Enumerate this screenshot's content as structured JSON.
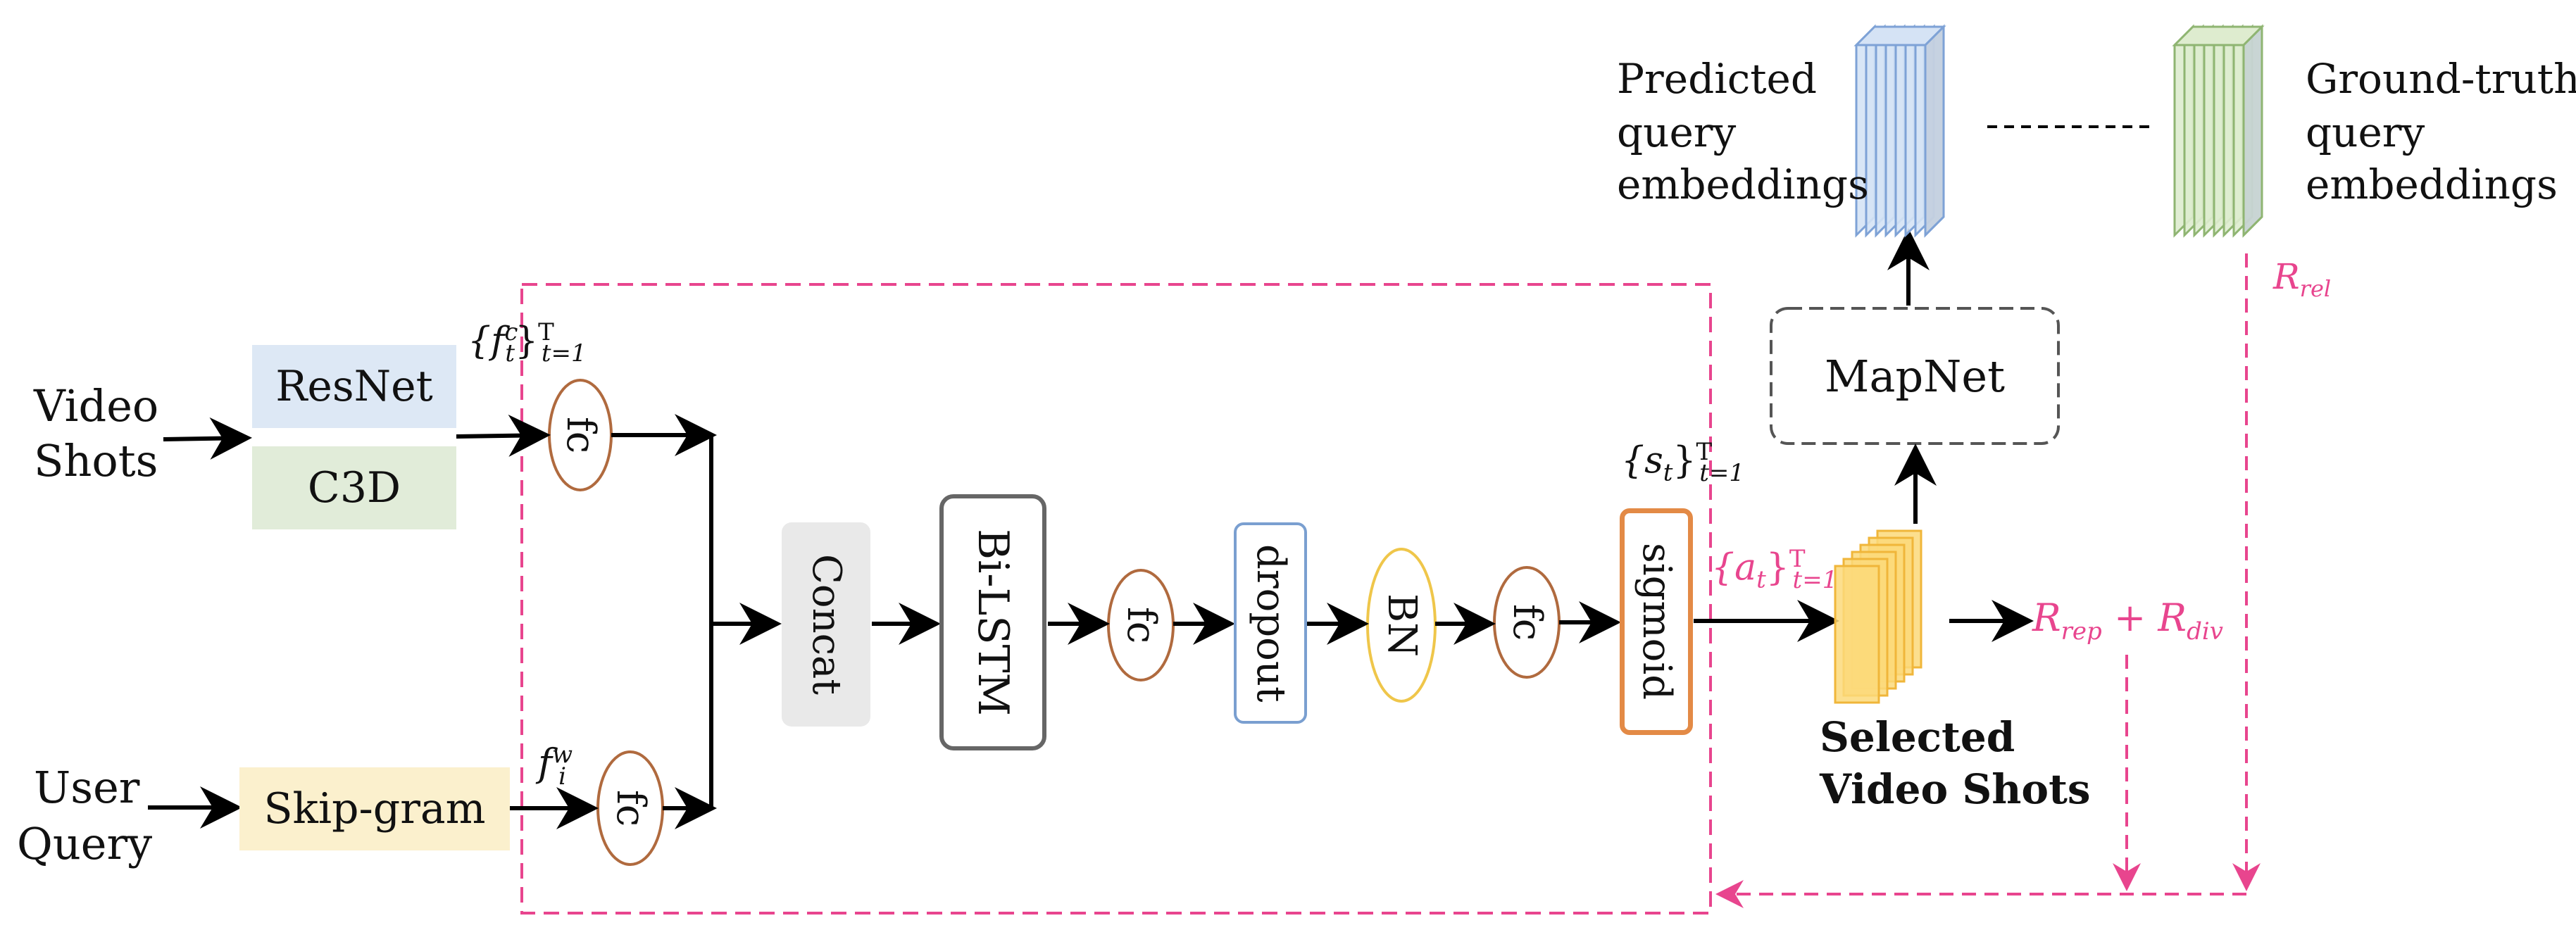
{
  "inputs": {
    "video_shots": [
      "Video",
      "Shots"
    ],
    "user_query": [
      "User",
      "Query"
    ]
  },
  "extractors": {
    "resnet": "ResNet",
    "c3d": "C3D",
    "skipgram": "Skip-gram"
  },
  "symbols": {
    "fc_visual": {
      "base": "{f",
      "sup": "c",
      "sub": "t",
      "close": "}",
      "range_sup": "T",
      "range_sub": "t=1"
    },
    "fc_text": {
      "base": "f",
      "sup": "w",
      "sub": "i"
    },
    "s_t": {
      "base": "{s",
      "sub": "t",
      "close": "}",
      "range_sup": "T",
      "range_sub": "t=1"
    },
    "a_t": {
      "base": "{a",
      "sub": "t",
      "close": "}",
      "range_sup": "T",
      "range_sub": "t=1"
    }
  },
  "layers": {
    "fc": "fc",
    "concat": "Concat",
    "bilstm": "Bi-LSTM",
    "dropout": "dropout",
    "bn": "BN",
    "sigmoid": "sigmoid",
    "mapnet": "MapNet"
  },
  "outputs": {
    "selected": [
      "Selected",
      "Video Shots"
    ],
    "predicted": [
      "Predicted",
      "query",
      "embeddings"
    ],
    "ground_truth": [
      "Ground-truth",
      "query",
      "embeddings"
    ]
  },
  "rewards": {
    "rel": {
      "base": "R",
      "sub": "rel"
    },
    "rep_div": {
      "a": "R",
      "a_sub": "rep",
      "op": "+",
      "b": "R",
      "b_sub": "div"
    }
  },
  "colors": {
    "resnet_fill": "#dde8f5",
    "c3d_fill": "#e1ecd9",
    "skipgram_fill": "#fbf0cd",
    "concat_fill": "#e9e9e9",
    "fc_stroke": "#b06a3e",
    "dropout_stroke": "#7a9fd0",
    "bn_stroke": "#efc64a",
    "sigmoid_stroke": "#e38a46",
    "bilstm_stroke": "#666666",
    "dashed_pink": "#e8458e",
    "shots_fill": "#fbd97a",
    "shots_stroke": "#f0b63a",
    "pred_fill": "#d5e3f5",
    "pred_stroke": "#7ea2d6",
    "gt_fill": "#deeccf",
    "gt_stroke": "#8fb572"
  }
}
